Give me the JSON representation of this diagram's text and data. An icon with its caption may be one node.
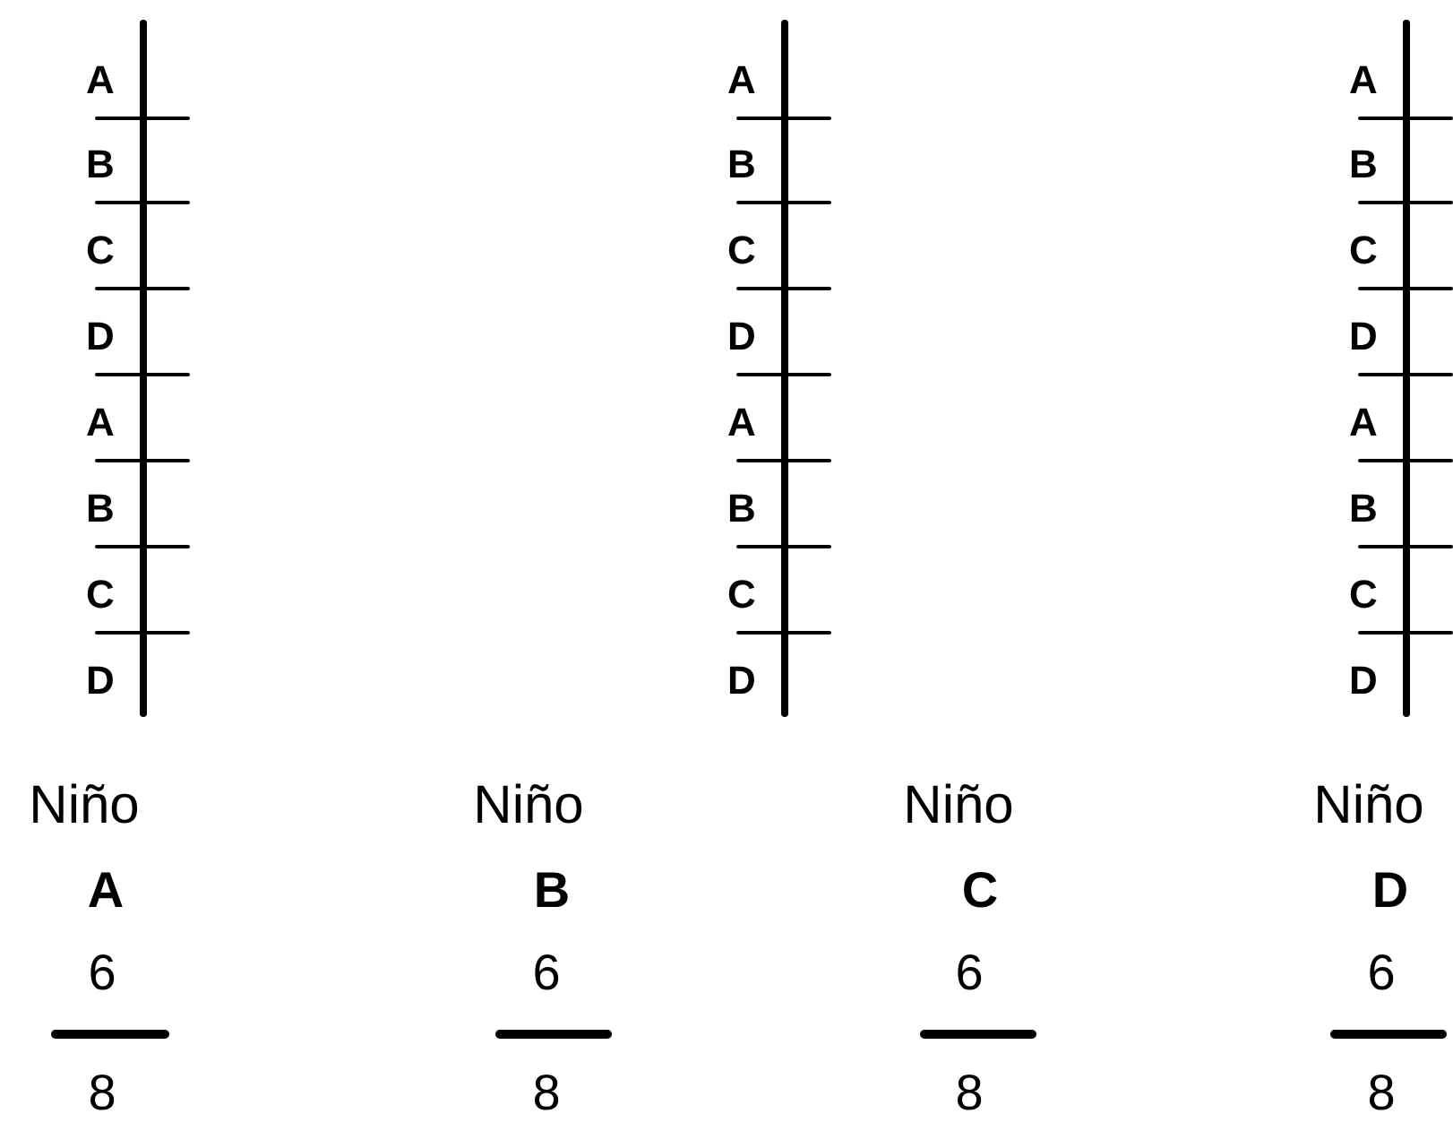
{
  "diagram": {
    "labels": [
      "A",
      "A",
      "A",
      "B",
      "B",
      "B",
      "C",
      "C",
      "C",
      "D",
      "D",
      "D",
      "A",
      "A",
      "A",
      "B",
      "B",
      "B",
      "C",
      "C",
      "C",
      "D",
      "D",
      "D",
      "Niño",
      "Niño",
      "Niño",
      "Niño",
      "A",
      "B",
      "C",
      "D",
      "6",
      "6",
      "6",
      "6",
      "8",
      "8",
      "8",
      "8"
    ]
  }
}
